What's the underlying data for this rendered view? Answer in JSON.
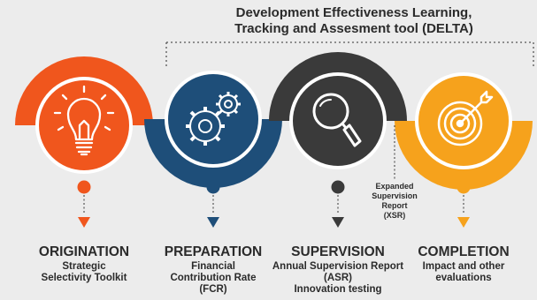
{
  "header": {
    "line1": "Development Effectiveness Learning,",
    "line2": "Tracking and Assesment tool (DELTA)"
  },
  "xsr": {
    "line1": "Expanded",
    "line2": "Supervision",
    "line3": "Report",
    "line4": "(XSR)"
  },
  "stages": [
    {
      "title": "ORIGINATION",
      "desc1": "Strategic",
      "desc2": "Selectivity Toolkit",
      "desc3": "",
      "desc4": "",
      "color": "#f0561d",
      "icon": "lightbulb-icon"
    },
    {
      "title": "PREPARATION",
      "desc1": "Financial",
      "desc2": "Contribution Rate",
      "desc3": "(FCR)",
      "desc4": "",
      "color": "#1e4e79",
      "icon": "gears-icon"
    },
    {
      "title": "SUPERVISION",
      "desc1": "Annual Supervision Report",
      "desc2": "(ASR)",
      "desc3": "Innovation testing",
      "desc4": "",
      "color": "#3a3a3a",
      "icon": "magnifier-icon"
    },
    {
      "title": "COMPLETION",
      "desc1": "Impact and other",
      "desc2": "evaluations",
      "desc3": "",
      "desc4": "",
      "color": "#f6a21c",
      "icon": "target-icon"
    }
  ]
}
